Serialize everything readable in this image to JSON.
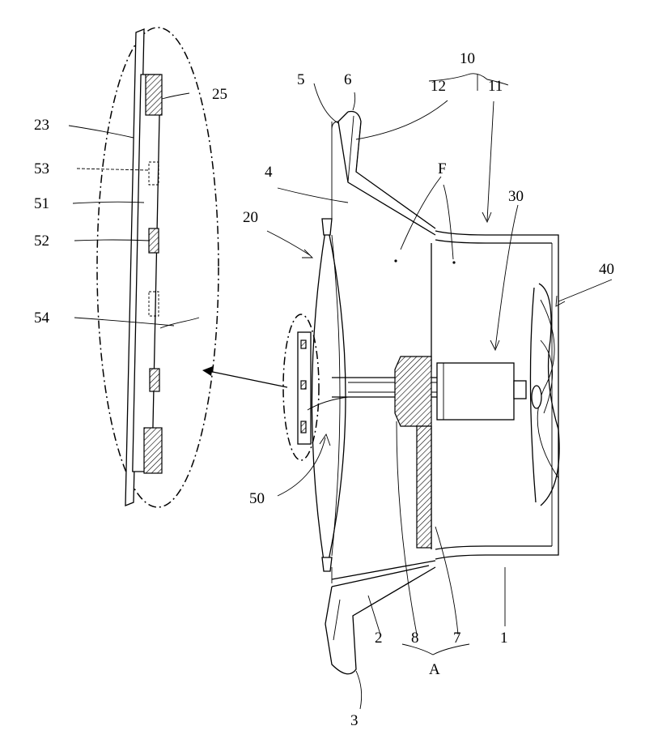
{
  "labels": {
    "l1": "1",
    "l2": "2",
    "l3": "3",
    "l4": "4",
    "l5": "5",
    "l6": "6",
    "l7": "7",
    "l8": "8",
    "l10": "10",
    "l11": "11",
    "l12": "12",
    "l20": "20",
    "l23": "23",
    "l25": "25",
    "l30": "30",
    "l40": "40",
    "l50": "50",
    "l51": "51",
    "l52": "52",
    "l53": "53",
    "l54": "54",
    "lF": "F",
    "lA": "A"
  }
}
